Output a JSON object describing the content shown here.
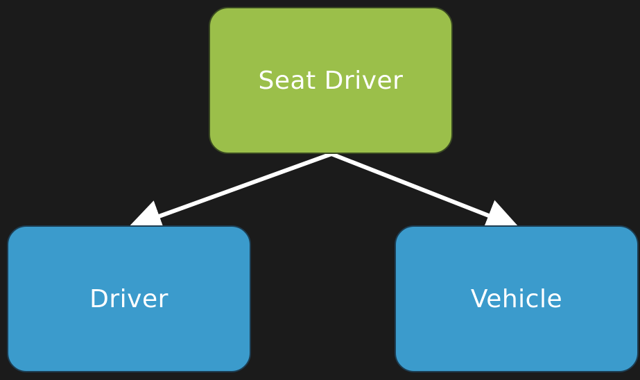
{
  "diagram": {
    "root": {
      "label": "Seat Driver"
    },
    "children": [
      {
        "label": "Driver"
      },
      {
        "label": "Vehicle"
      }
    ],
    "colors": {
      "background": "#1b1b1b",
      "root_fill": "#9bbf4a",
      "child_fill": "#3b9bcc",
      "arrow": "#ffffff",
      "text": "#ffffff"
    }
  }
}
